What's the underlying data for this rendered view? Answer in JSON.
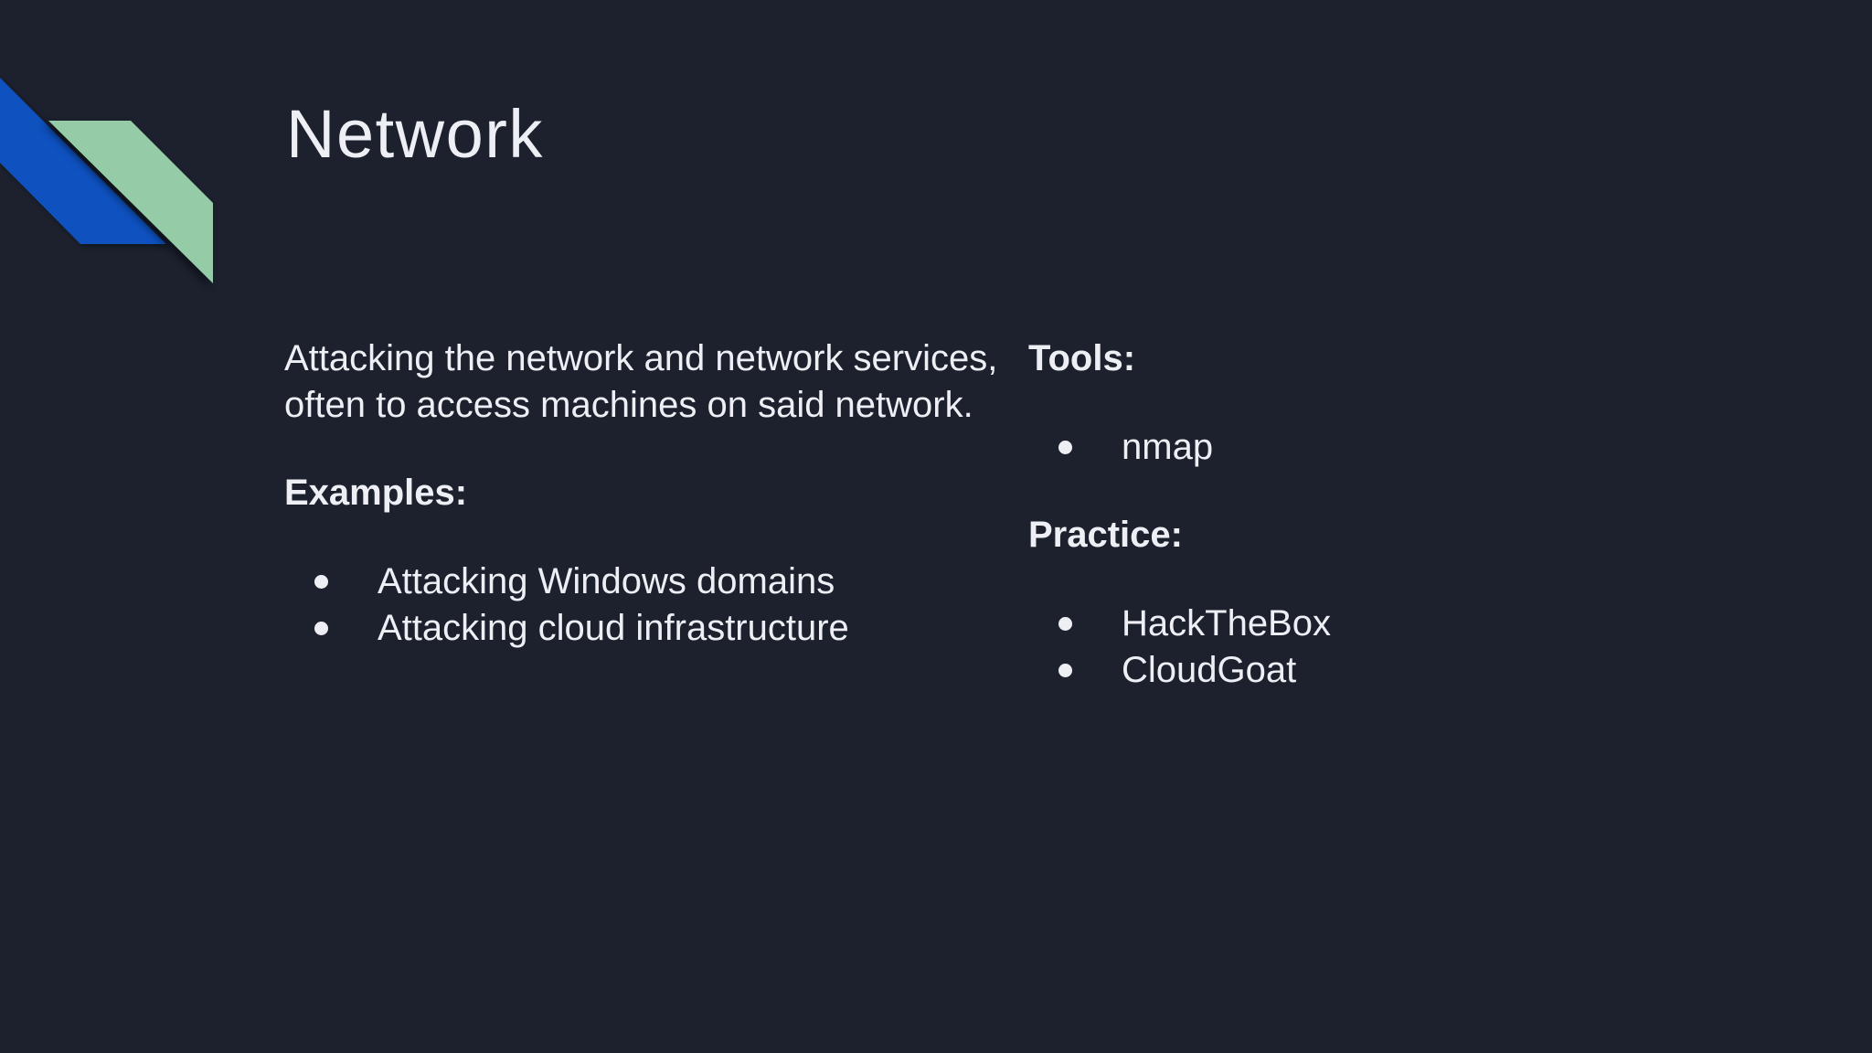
{
  "theme": {
    "background": "#1c212d",
    "text": "#edeff4",
    "ribbon_blue": "#0e51bf",
    "ribbon_green": "#95cba7"
  },
  "slide": {
    "title": "Network",
    "left_column": {
      "paragraph_lines": [
        "Attacking the network and network services,",
        "often to access machines on said network."
      ],
      "heading": "Examples:",
      "bullets": [
        "Attacking Windows domains",
        "Attacking cloud infrastructure"
      ]
    },
    "right_column": {
      "tools_heading": "Tools:",
      "tools_bullets": [
        "nmap"
      ],
      "practice_heading": "Practice:",
      "practice_bullets": [
        "HackTheBox",
        "CloudGoat"
      ]
    }
  }
}
